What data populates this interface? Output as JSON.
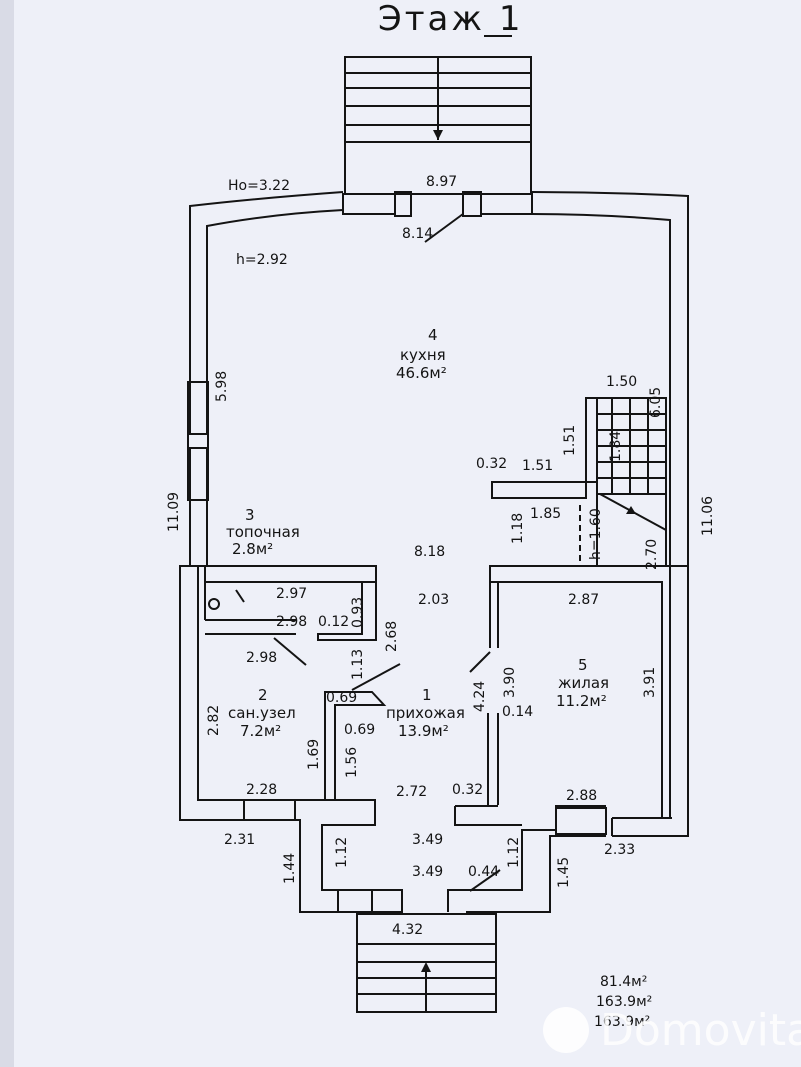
{
  "title": "Этаж 1",
  "rooms": [
    {
      "number": "4",
      "name": "кухня",
      "area": "46.6м²"
    },
    {
      "number": "3",
      "name": "топочная",
      "area": "2.8м²"
    },
    {
      "number": "2",
      "name": "сан.узел",
      "area": "7.2м²"
    },
    {
      "number": "1",
      "name": "прихожая",
      "area": "13.9м²"
    },
    {
      "number": "5",
      "name": "жилая",
      "area": "11.2м²"
    }
  ],
  "heights": {
    "outer": "Но=3.22",
    "inner": "h=2.92",
    "stair": "h=1.60"
  },
  "dimensions": {
    "top_outer": "8.97",
    "top_inner": "8.14",
    "left_upper": "5.98",
    "left_outer": "11.09",
    "right_outer": "11.06",
    "stair_w": "1.50",
    "stair_len": "6.05",
    "stair_1": "1.84",
    "stair_2": "2.70",
    "ledge_h": "1.51",
    "ledge_w": "1.51",
    "ledge_t": "0.32",
    "ledge_low": "1.85",
    "pass_h": "1.18",
    "mid_w": "8.18",
    "hall_top": "2.03",
    "boiler_w": "2.97",
    "boiler_h": "0.93",
    "boiler_w2": "2.98",
    "boiler_t": "0.12",
    "bath_w": "2.98",
    "bath_h": "2.82",
    "bath_w2": "2.28",
    "diag": "2.68",
    "seg_113": "1.13",
    "seg_069a": "0.69",
    "seg_069b": "0.69",
    "seg_169": "1.69",
    "seg_156": "1.56",
    "hall_bottom": "2.72",
    "hall_t": "0.32",
    "living_w": "2.87",
    "living_h1": "3.90",
    "living_h2": "3.91",
    "living_d": "4.24",
    "living_t": "0.14",
    "living_w2": "2.88",
    "bl_w": "2.31",
    "br_w": "2.33",
    "porch_1": "3.49",
    "porch_2": "3.49",
    "porch_l": "1.12",
    "porch_r": "1.12",
    "porch_t": "0.44",
    "porch_ol": "1.44",
    "porch_or": "1.45",
    "porch_bottom": "4.32"
  },
  "totals": [
    "81.4м²",
    "163.9м²",
    "163.9м²"
  ],
  "watermark": "Domovita"
}
